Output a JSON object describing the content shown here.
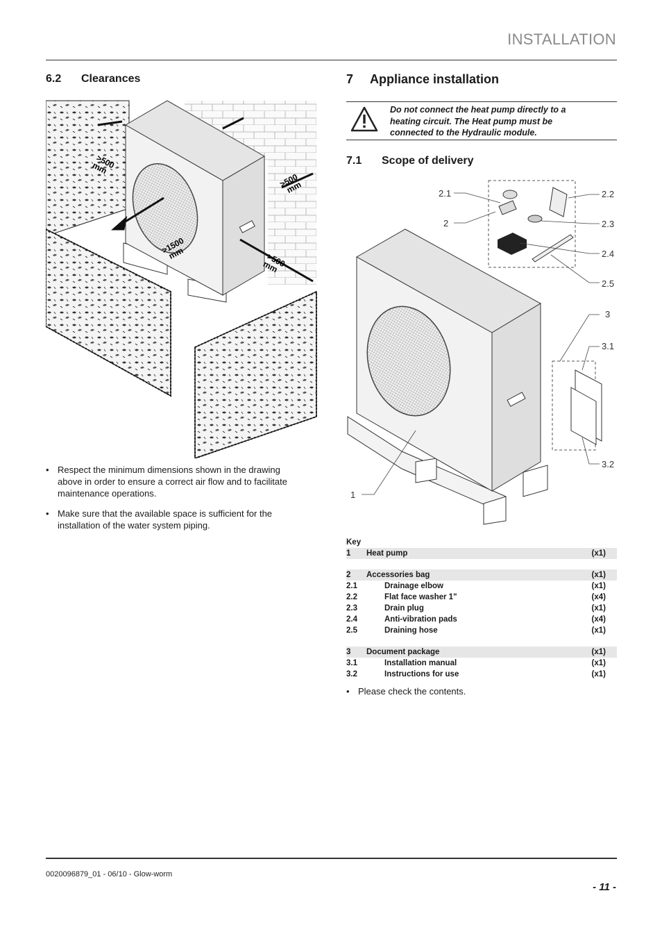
{
  "header": {
    "title": "INSTALLATION"
  },
  "section_62": {
    "number": "6.2",
    "title": "Clearances",
    "figure_labels": {
      "top": ">500",
      "top_unit": "mm",
      "right": ">500",
      "right_unit": "mm",
      "front": ">1500",
      "front_unit": "mm",
      "side": ">500",
      "side_unit": "mm"
    },
    "bullets": [
      "Respect the minimum dimensions shown in the drawing above in order to ensure a correct air flow and to facilitate maintenance operations.",
      "Make sure that the available space is sufficient for the installation of the water system piping."
    ]
  },
  "section_7": {
    "number": "7",
    "title": "Appliance installation",
    "warning": "Do not connect the heat pump directly to a heating circuit. The Heat pump must be connected to the Hydraulic module."
  },
  "section_71": {
    "number": "7.1",
    "title": "Scope of delivery",
    "callouts": [
      "2.1",
      "2",
      "2.2",
      "2.3",
      "2.4",
      "2.5",
      "3",
      "3.1",
      "3.2",
      "1"
    ]
  },
  "key": {
    "heading": "Key",
    "groups": [
      {
        "num": "1",
        "label": "Heat pump",
        "qty": "(x1)",
        "items": []
      },
      {
        "num": "2",
        "label": "Accessories bag",
        "qty": "(x1)",
        "items": [
          {
            "num": "2.1",
            "label": "Drainage elbow",
            "qty": "(x1)"
          },
          {
            "num": "2.2",
            "label": "Flat face washer 1\"",
            "qty": "(x4)"
          },
          {
            "num": "2.3",
            "label": "Drain plug",
            "qty": "(x1)"
          },
          {
            "num": "2.4",
            "label": "Anti-vibration pads",
            "qty": "(x4)"
          },
          {
            "num": "2.5",
            "label": "Draining hose",
            "qty": "(x1)"
          }
        ]
      },
      {
        "num": "3",
        "label": "Document package",
        "qty": "(x1)",
        "items": [
          {
            "num": "3.1",
            "label": "Installation manual",
            "qty": "(x1)"
          },
          {
            "num": "3.2",
            "label": "Instructions for use",
            "qty": "(x1)"
          }
        ]
      }
    ],
    "note": "Please check the contents."
  },
  "footer": {
    "reference": "0020096879_01 - 06/10 - Glow-worm",
    "page": "- 11 -"
  }
}
